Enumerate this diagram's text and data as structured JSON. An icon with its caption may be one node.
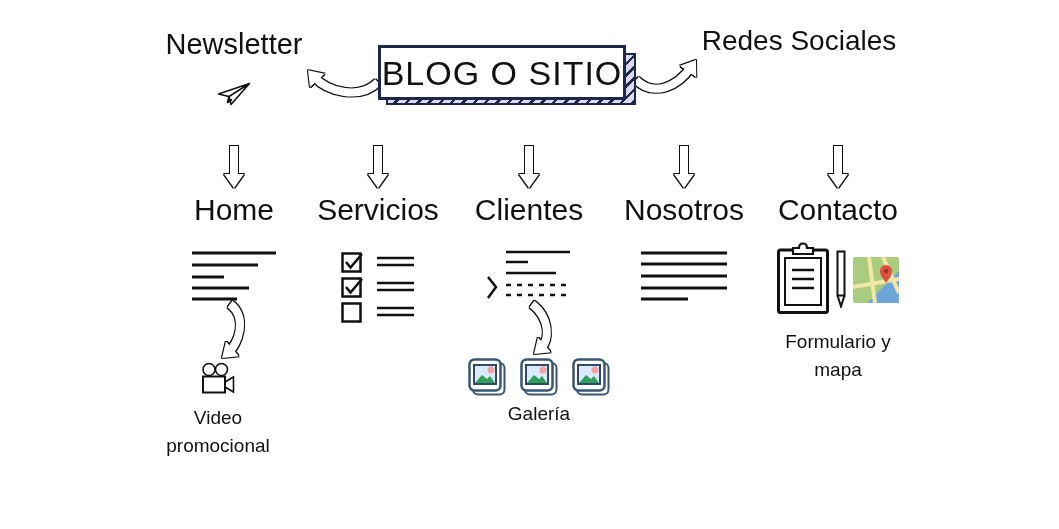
{
  "diagram": {
    "nodes": [
      {
        "text": [
          "BLOG O SITIO"
        ]
      },
      {
        "text": [
          "Newsletter"
        ]
      },
      {
        "text": [
          "Redes Sociales"
        ]
      },
      {
        "text": [
          "Home"
        ]
      },
      {
        "text": [
          "Servicios"
        ]
      },
      {
        "text": [
          "Clientes"
        ]
      },
      {
        "text": [
          "Nosotros"
        ]
      },
      {
        "text": [
          "Contacto"
        ],
        "beside": [
          "Formulario y mapa"
        ]
      },
      {
        "text": [
          "Video promocional"
        ]
      },
      {
        "text": [
          "Galería"
        ]
      }
    ],
    "edges": [
      {
        "from": 0,
        "to": 1,
        "arrow": "to"
      },
      {
        "from": 0,
        "to": 2,
        "arrow": "to"
      },
      {
        "from": null,
        "to": 3,
        "arrow": "to"
      },
      {
        "from": null,
        "to": 4,
        "arrow": "to"
      },
      {
        "from": null,
        "to": 5,
        "arrow": "to"
      },
      {
        "from": null,
        "to": 6,
        "arrow": "to"
      },
      {
        "from": null,
        "to": 7,
        "arrow": "to"
      },
      {
        "from": 3,
        "to": 8,
        "arrow": "to"
      },
      {
        "from": 5,
        "to": 9,
        "arrow": "to"
      }
    ]
  }
}
